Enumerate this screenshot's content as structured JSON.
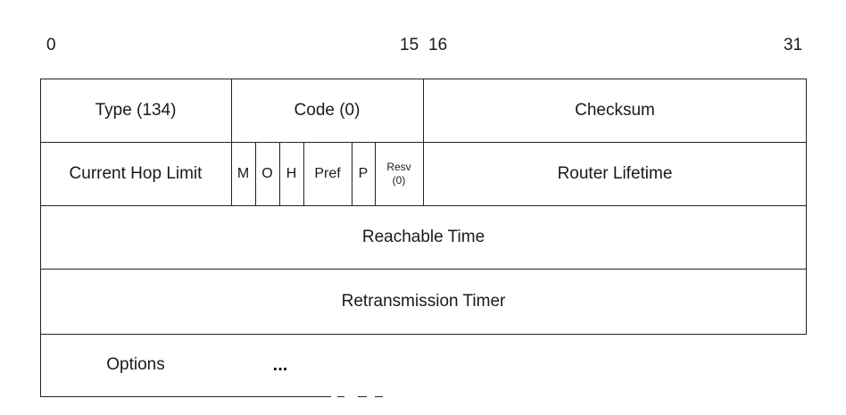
{
  "bit_numbers": {
    "b0": "0",
    "b15": "15",
    "b16": "16",
    "b31": "31"
  },
  "row1": {
    "type": "Type (134)",
    "code": "Code (0)",
    "checksum": "Checksum"
  },
  "row2": {
    "hop_limit": "Current Hop Limit",
    "flag_m": "M",
    "flag_o": "O",
    "flag_h": "H",
    "pref": "Pref",
    "flag_p": "P",
    "resv": "Resv",
    "resv_value": "(0)",
    "router_lifetime": "Router Lifetime"
  },
  "row3": {
    "reachable_time": "Reachable Time"
  },
  "row4": {
    "retrans_timer": "Retransmission Timer"
  },
  "row5": {
    "options": "Options",
    "ellipsis": "..."
  }
}
